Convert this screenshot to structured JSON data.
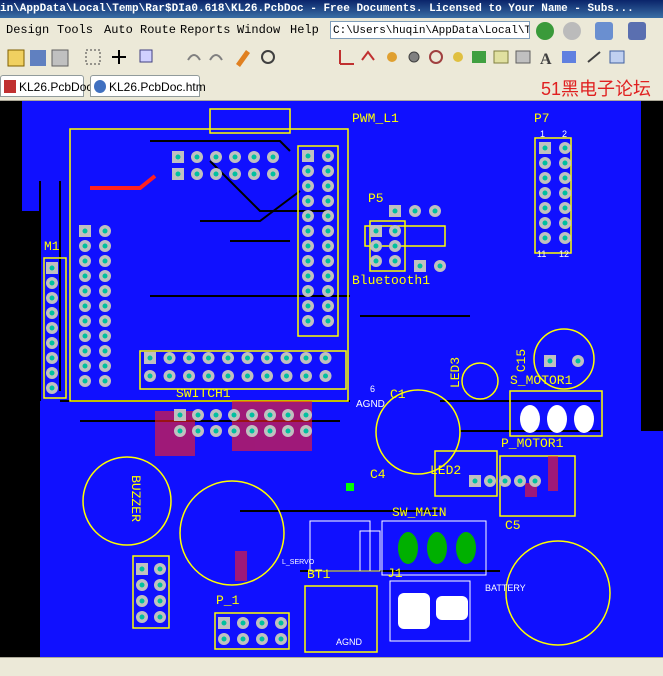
{
  "window": {
    "title": "in\\AppData\\Local\\Temp\\Rar$DIa0.618\\KL26.PcbDoc - Free Documents. Licensed to Your Name - Subs..."
  },
  "menu": {
    "items": [
      "Design",
      "Tools",
      "Auto Route",
      "Reports",
      "Window",
      "Help"
    ]
  },
  "address": {
    "value": "C:\\Users\\huqin\\AppData\\Local\\Te"
  },
  "tabs": [
    {
      "label": "KL26.PcbDoc",
      "icon": "pcb-document-icon"
    },
    {
      "label": "KL26.PcbDoc.htm",
      "icon": "html-document-icon"
    }
  ],
  "watermark": "51黑电子论坛",
  "colors": {
    "board": "#0000ff",
    "silkscreen": "#ffff00",
    "pad": "#c0c0c0",
    "via": "#00c0a0",
    "background": "#000000"
  },
  "pcb": {
    "designators": {
      "pwm": "PWM_L1",
      "p7": "P7",
      "p5": "P5",
      "m1": "M1",
      "bluetooth": "Bluetooth1",
      "switch": "SWITCH1",
      "c1": "C1",
      "led3": "LED3",
      "c15": "C15",
      "s_motor": "S_MOTOR1",
      "p_motor": "P_MOTOR1",
      "led2": "LED2",
      "c4": "C4",
      "sw_main": "SW_MAIN",
      "c5": "C5",
      "buzzer": "BUZZER",
      "bt1": "BT1",
      "j1": "J1",
      "p1": "P_1"
    },
    "net_labels": {
      "agnd_top": "AGND",
      "agnd_bottom": "AGND",
      "battery": "BATTERY",
      "num6": "6",
      "l_servo": "L_SERVO"
    },
    "pin_numbers": {
      "p7_left": "1",
      "p7_right": "2",
      "p7_bottom_left": "11",
      "p7_bottom_right": "12"
    }
  }
}
